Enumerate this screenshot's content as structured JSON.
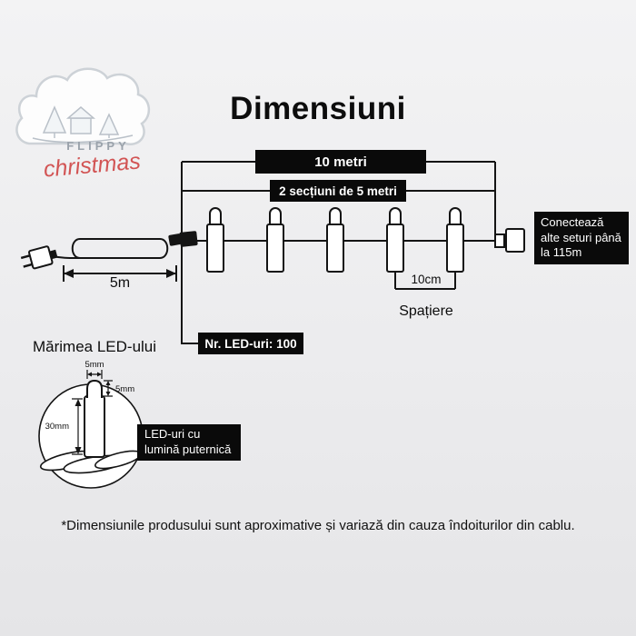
{
  "colors": {
    "box_bg": "#0a0a0a",
    "box_text": "#ffffff",
    "line": "#141414",
    "logo_script_red": "#d25454",
    "logo_caps_gray": "#9aa2ab"
  },
  "header": {
    "title": "Dimensiuni"
  },
  "logo": {
    "caps": "FLIPPY",
    "script": "christmas"
  },
  "string_diagram": {
    "total_length": "10 metri",
    "sections": "2 secțiuni de 5 metri",
    "lead_length": "5m",
    "spacing_value": "10cm",
    "spacing_word": "Spațiere",
    "led_count": "Nr. LED-uri: 100",
    "connect_note": "Conectează alte seturi până la 115m"
  },
  "led_detail": {
    "heading": "Mărimea LED-ului",
    "cap_width": "5mm",
    "cap_height": "5mm",
    "body_height": "30mm",
    "note": "LED-uri cu lumină puternică"
  },
  "footnote": "*Dimensiunile produsului sunt aproximative și variază din cauza îndoiturilor din cablu."
}
